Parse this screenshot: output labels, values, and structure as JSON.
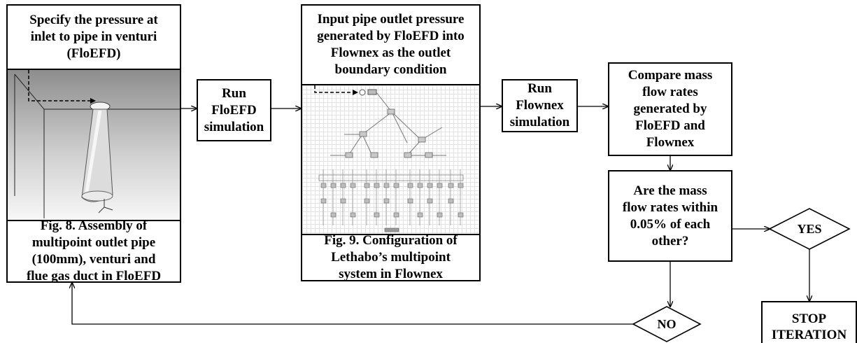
{
  "fig8": {
    "top_text": "Specify the pressure at\ninlet to pipe in venturi\n(FloEFD)",
    "caption": "Fig. 8.  Assembly of\nmultipoint outlet pipe\n(100mm), venturi and\nflue gas duct in FloEFD"
  },
  "fig9": {
    "top_text": "Input pipe outlet pressure\ngenerated by FloEFD into\nFlownex as the outlet\nboundary condition",
    "caption": "Fig. 9. Configuration of\nLethabo’s multipoint\nsystem in Flownex"
  },
  "run_floefd": "Run\nFloEFD\nsimulation",
  "run_flownex": "Run\nFlownex\nsimulation",
  "compare": "Compare mass\nflow rates\ngenerated by\nFloEFD and\nFlownex",
  "question": "Are the mass\nflow rates within\n0.05% of each\nother?",
  "yes": "YES",
  "no": "NO",
  "stop": "STOP\nITERATION"
}
